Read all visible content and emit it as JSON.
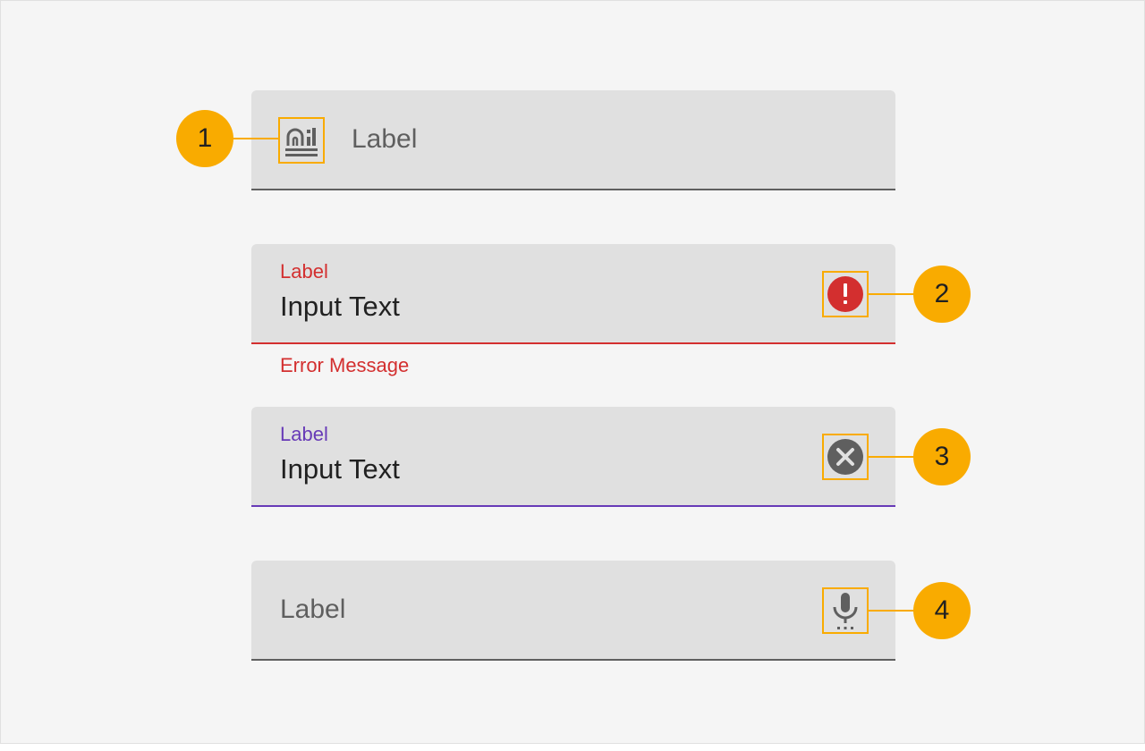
{
  "fields": [
    {
      "label": "Label",
      "state": "enabled",
      "icon": "leading-icon",
      "callout": "1"
    },
    {
      "label": "Label",
      "input_text": "Input Text",
      "helper_text": "Error Message",
      "state": "error",
      "icon": "error-icon",
      "callout": "2"
    },
    {
      "label": "Label",
      "input_text": "Input Text",
      "state": "focused",
      "icon": "clear-icon",
      "callout": "3"
    },
    {
      "label": "Label",
      "state": "enabled",
      "icon": "mic-icon",
      "callout": "4"
    }
  ],
  "colors": {
    "field_fill": "#e0e0e0",
    "indicator": "#5f5f5f",
    "error": "#d32f2f",
    "focus": "#673ab7",
    "callout": "#f9ab00",
    "background": "#f5f5f5"
  }
}
